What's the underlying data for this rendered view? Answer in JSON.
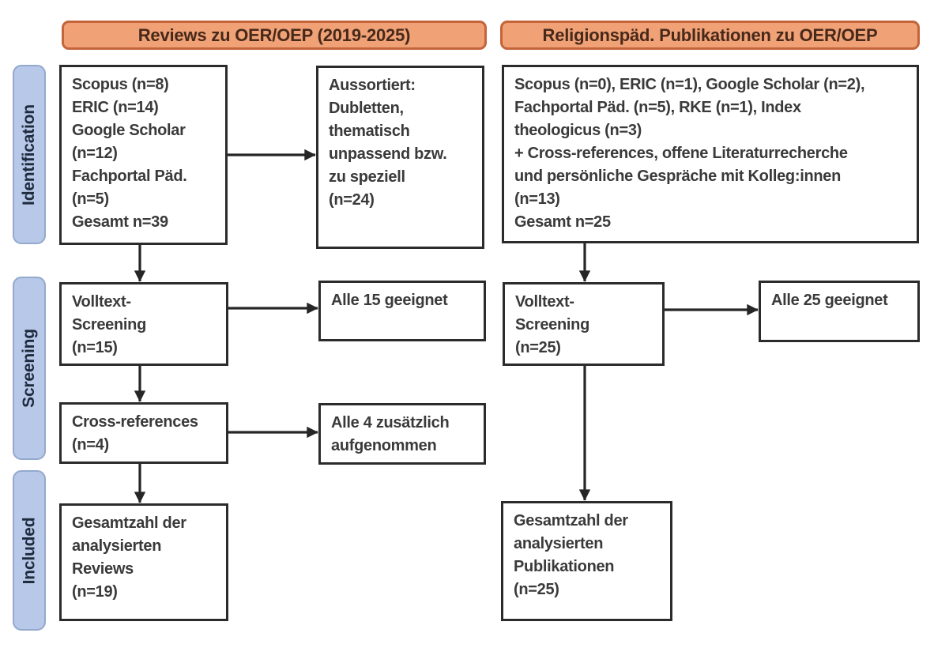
{
  "diagram_title": "PRISMA-style literature flow diagram",
  "headers": {
    "left": "Reviews zu OER/OEP (2019-2025)",
    "right": "Religionspäd. Publikationen zu OER/OEP"
  },
  "stages": {
    "identification": "Identification",
    "screening": "Screening",
    "included": "Included"
  },
  "boxes": {
    "left_identification": {
      "lines": [
        "Scopus (n=8)",
        "ERIC (n=14)",
        "Google Scholar",
        "(n=12)",
        "Fachportal Päd.",
        "(n=5)",
        "Gesamt n=39"
      ]
    },
    "left_excluded": {
      "lines": [
        "Aussortiert:",
        "Dubletten,",
        "thematisch",
        "unpassend bzw.",
        "zu speziell",
        "(n=24)"
      ]
    },
    "left_fulltext": {
      "lines": [
        "Volltext-",
        "Screening",
        "(n=15)"
      ]
    },
    "left_eligible": {
      "lines": [
        "Alle 15 geeignet"
      ]
    },
    "left_crossref": {
      "lines": [
        "Cross-references",
        "(n=4)"
      ]
    },
    "left_added": {
      "lines": [
        "Alle 4 zusätzlich",
        "aufgenommen"
      ]
    },
    "left_included": {
      "lines": [
        "Gesamtzahl der",
        "analysierten",
        "Reviews",
        "(n=19)"
      ]
    },
    "right_identification": {
      "lines": [
        "Scopus (n=0), ERIC (n=1), Google Scholar (n=2),",
        "Fachportal Päd. (n=5), RKE (n=1), Index",
        "theologicus (n=3)",
        "+ Cross-references, offene Literaturrecherche",
        "und persönliche Gespräche mit Kolleg:innen",
        "(n=13)",
        "Gesamt n=25"
      ]
    },
    "right_fulltext": {
      "lines": [
        "Volltext-",
        "Screening",
        "(n=25)"
      ]
    },
    "right_eligible": {
      "lines": [
        "Alle 25 geeignet"
      ]
    },
    "right_included": {
      "lines": [
        "Gesamtzahl der",
        "analysierten",
        "Publikationen",
        "(n=25)"
      ]
    }
  },
  "colors": {
    "header_fill": "#F0A176",
    "header_border": "#C4643A",
    "header_text": "#47291A",
    "stage_fill": "#B7C8E8",
    "stage_border": "#93A9CD",
    "stage_text": "#1F2A3D",
    "box_border": "#2B2B2B",
    "box_text": "#3A3A3A",
    "arrow": "#262626",
    "background": "#FFFFFF"
  }
}
